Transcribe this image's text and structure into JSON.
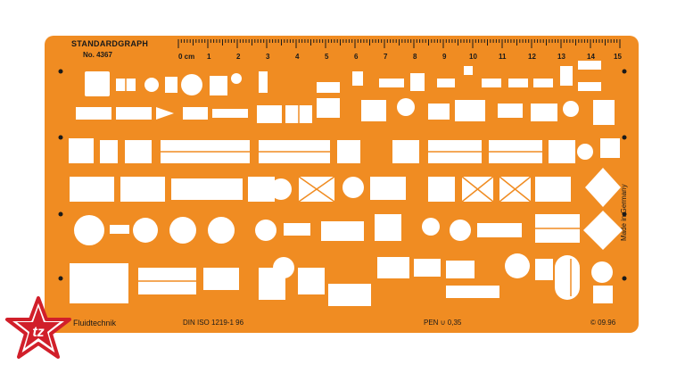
{
  "stencil": {
    "brand": "STANDARDGRAPH",
    "model": "No. 4367",
    "category": "Fluidtechnik",
    "standard": "DIN ISO 1219-1 96",
    "pen": "PEN",
    "pen_size": "0,35",
    "copyright": "© 09.96",
    "made_in": "Made in Germany",
    "body_color": "#f08c22",
    "cutout_color": "#ffffff"
  },
  "ruler": {
    "unit_label": "0 cm",
    "labels": [
      "1",
      "2",
      "3",
      "4",
      "5",
      "6",
      "7",
      "8",
      "9",
      "10",
      "11",
      "12",
      "13",
      "14",
      "15"
    ]
  },
  "logo": {
    "text": "tz",
    "color": "#d11f2a"
  }
}
